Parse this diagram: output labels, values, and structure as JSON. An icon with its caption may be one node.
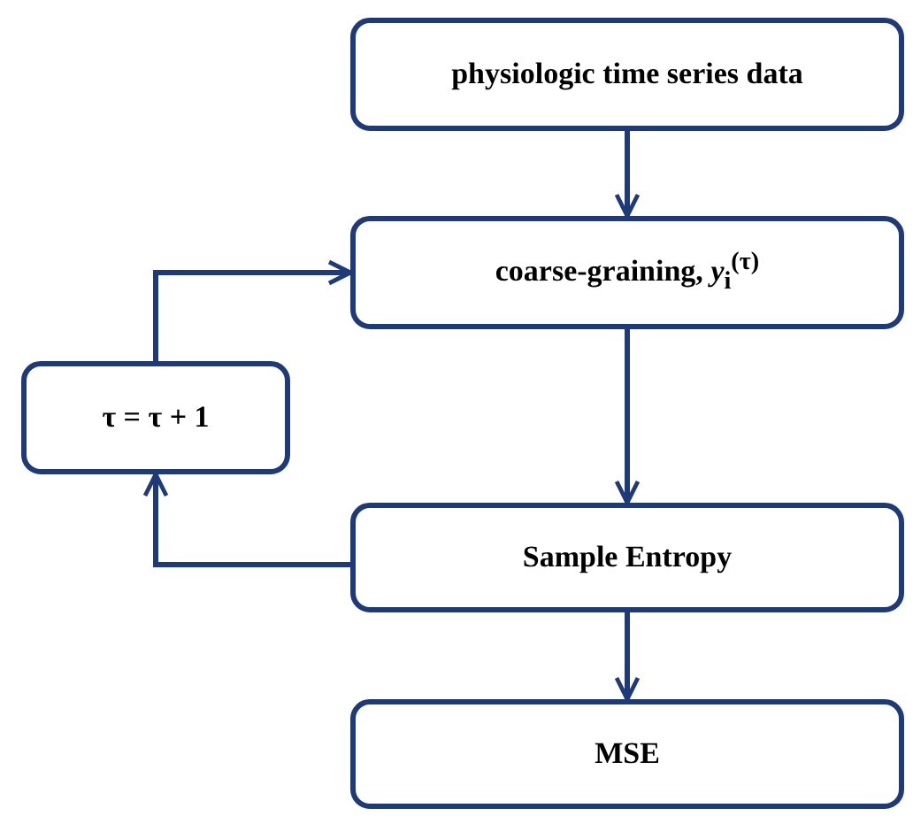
{
  "diagram": {
    "nodes": [
      {
        "text": [
          "physiologic time series data"
        ]
      },
      {
        "text": [
          "coarse-graining,  *y*$_{i}$$^{(τ)}$"
        ]
      },
      {
        "text": [
          "τ = τ + 1"
        ]
      },
      {
        "text": [
          "Sample Entropy"
        ]
      },
      {
        "text": [
          "MSE"
        ]
      }
    ],
    "edges": [
      {
        "from": 0,
        "to": 1,
        "arrow": "to"
      },
      {
        "from": 1,
        "to": 3,
        "arrow": "to"
      },
      {
        "from": 3,
        "to": 4,
        "arrow": "to"
      },
      {
        "from": 3,
        "to": 2,
        "arrow": "to"
      },
      {
        "from": 2,
        "to": 1,
        "arrow": "to"
      }
    ]
  }
}
